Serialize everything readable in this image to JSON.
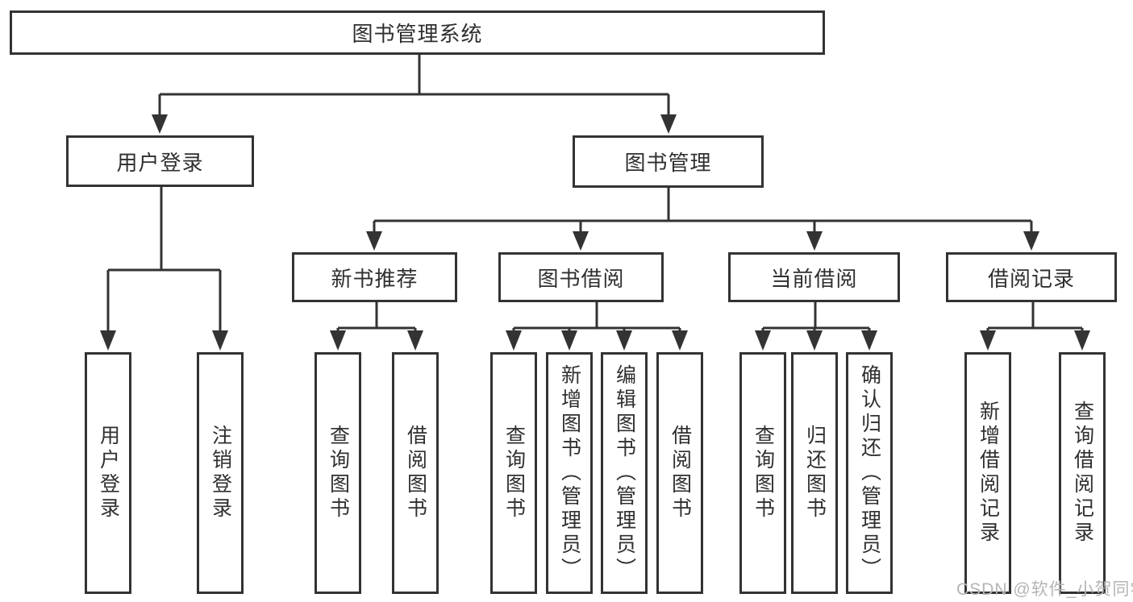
{
  "diagram": {
    "root": "图书管理系统",
    "user_login": {
      "label": "用户登录",
      "children": [
        "用户登录",
        "注销登录"
      ]
    },
    "book_management": {
      "label": "图书管理",
      "sections": [
        {
          "label": "新书推荐",
          "children": [
            "查询图书",
            "借阅图书"
          ]
        },
        {
          "label": "图书借阅",
          "children": [
            "查询图书",
            "新增图书（管理员）",
            "编辑图书（管理员）",
            "借阅图书"
          ]
        },
        {
          "label": "当前借阅",
          "children": [
            "查询图书",
            "归还图书",
            "确认归还（管理员）"
          ]
        },
        {
          "label": "借阅记录",
          "children": [
            "新增借阅记录",
            "查询借阅记录"
          ]
        }
      ]
    }
  },
  "watermark": "CSDN @软件_小贺同学",
  "colors": {
    "line": "#333333",
    "box_border": "#333333",
    "box_background": "#ffffff",
    "text": "#2f2f2f",
    "watermark": "#b5b5b5"
  }
}
